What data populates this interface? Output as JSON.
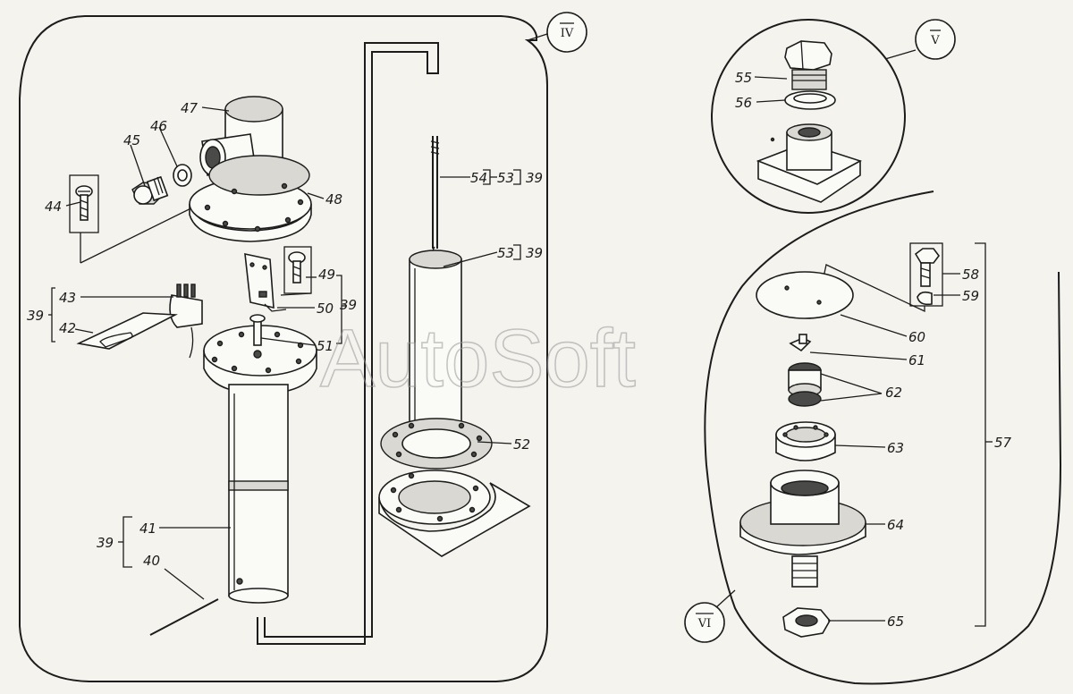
{
  "views": {
    "iv": "IV",
    "v": "V",
    "vi": "VI"
  },
  "watermark": "AutoSoft",
  "labels": {
    "l39a": "39",
    "l39b": "39",
    "l39c": "39",
    "l39d": "39",
    "l39e": "39",
    "l40": "40",
    "l41": "41",
    "l42": "42",
    "l43": "43",
    "l44": "44",
    "l45": "45",
    "l46": "46",
    "l47": "47",
    "l48": "48",
    "l49": "49",
    "l50": "50",
    "l51": "51",
    "l52": "52",
    "l53a": "53",
    "l53b": "53",
    "l54": "54",
    "l55": "55",
    "l56": "56",
    "l57": "57",
    "l58": "58",
    "l59": "59",
    "l60": "60",
    "l61": "61",
    "l62": "62",
    "l63": "63",
    "l64": "64",
    "l65": "65"
  }
}
